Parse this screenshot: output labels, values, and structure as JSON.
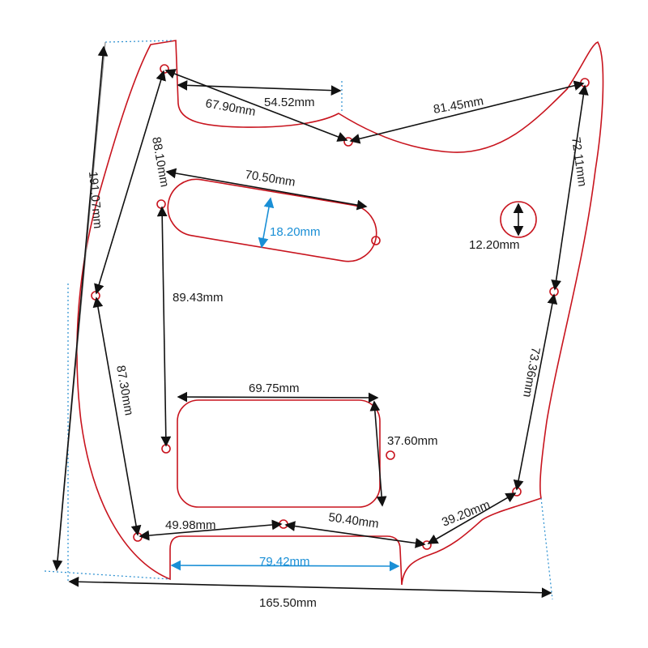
{
  "colors": {
    "outline": "#c8141e",
    "dimension": "#111111",
    "highlight": "#1a8fd6"
  },
  "dimensions": {
    "top_cutout_width": "54.52mm",
    "hole1_to_hole2": "67.90mm",
    "hole2_to_hole3": "81.45mm",
    "hole1_to_left_hole": "88.10mm",
    "overall_height": "191.07mm",
    "neck_pickup_length": "70.50mm",
    "neck_pickup_width": "18.20mm",
    "control_hole": "12.20mm",
    "right_upper_holes": "72.11mm",
    "pickup_mount_spacing": "89.43mm",
    "left_lower_holes": "87.30mm",
    "right_lower_holes": "73.36mm",
    "bridge_pickup_length": "69.75mm",
    "bridge_pickup_width": "37.60mm",
    "bottom_right_holes": "39.20mm",
    "bottom_left_holes": "49.98mm",
    "bottom_mid_holes": "50.40mm",
    "bottom_cutout_width": "79.42mm",
    "overall_width": "165.50mm"
  }
}
